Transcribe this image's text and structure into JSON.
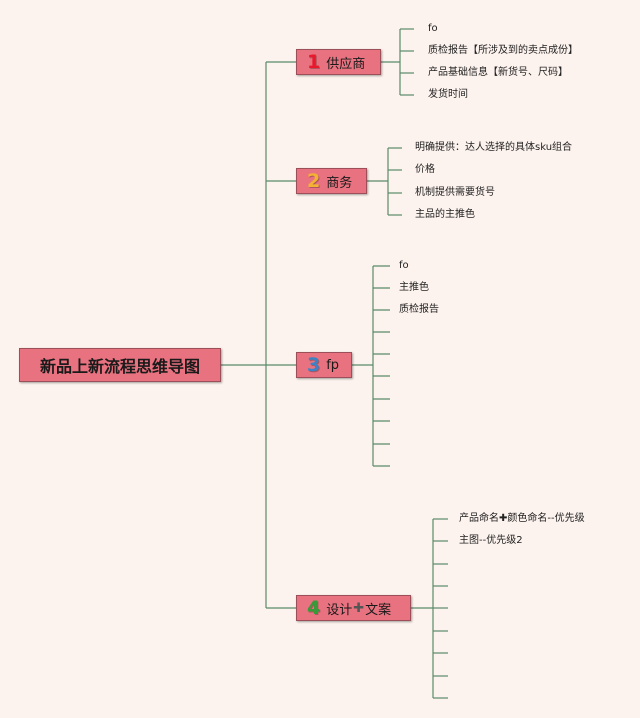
{
  "root": {
    "label": "新品上新流程思维导图"
  },
  "branches": [
    {
      "num": "1",
      "num_color": "#e8192c",
      "label": "供应商",
      "leaves": [
        "fo",
        "质检报告【所涉及到的卖点成份】",
        "产品基础信息【新货号、尺码】",
        "发货时间"
      ]
    },
    {
      "num": "2",
      "num_color": "#f3b233",
      "label": "商务",
      "leaves": [
        "明确提供：达人选择的具体sku组合",
        "价格",
        "机制提供需要货号",
        "主品的主推色"
      ]
    },
    {
      "num": "3",
      "num_color": "#3d82c4",
      "label": "fp",
      "leaves": [
        "fo",
        "主推色",
        "质检报告",
        "",
        "",
        "",
        "",
        "",
        "",
        ""
      ]
    },
    {
      "num": "4",
      "num_color": "#3a9a3a",
      "label_a": "设计",
      "plus": "✚",
      "label_b": "文案",
      "leaves": [
        "产品命名✚颜色命名--优先级",
        "主图--优先级2",
        "",
        "",
        "",
        "",
        "",
        "",
        ""
      ]
    }
  ],
  "colors": {
    "line": "#5a8a6a",
    "node": "#e8727f",
    "background": "#fdf3ee",
    "plus": "#555555"
  }
}
